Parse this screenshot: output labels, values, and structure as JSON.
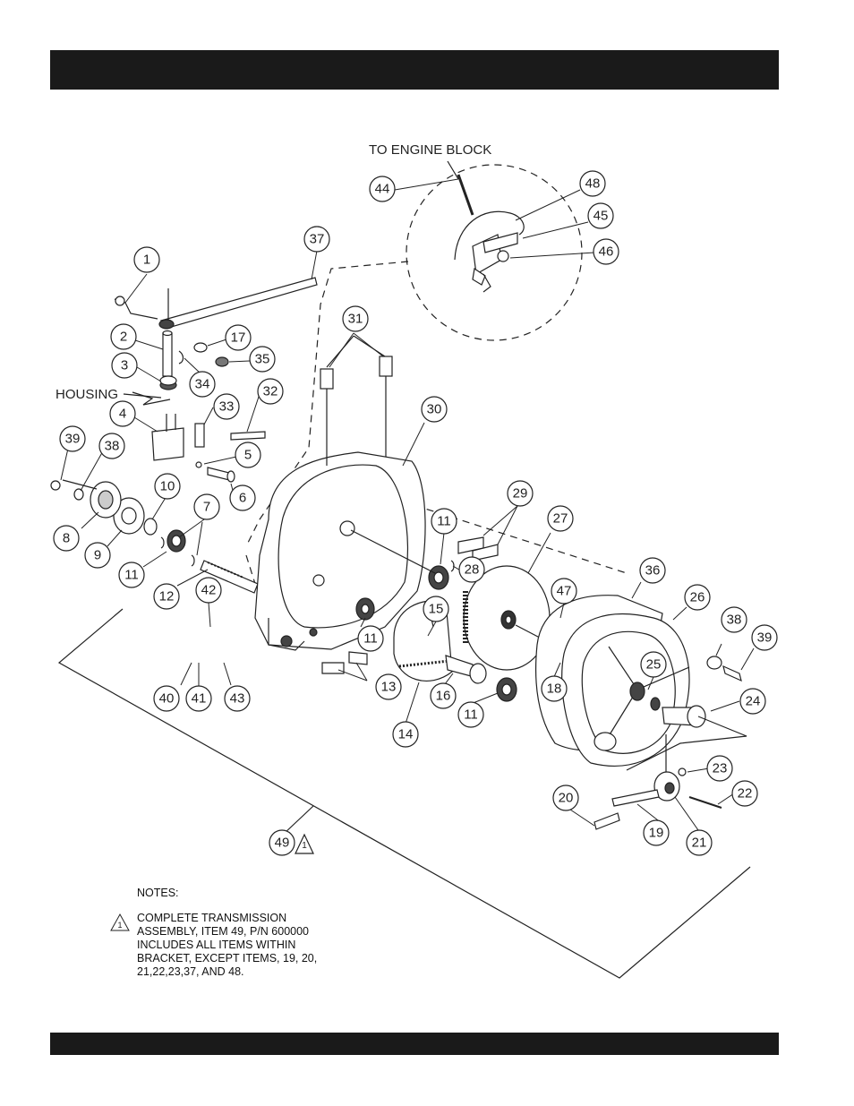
{
  "labels": {
    "engine_block": "TO ENGINE BLOCK",
    "housing": "HOUSING",
    "assembly_warning": "1"
  },
  "callouts": [
    "1",
    "2",
    "3",
    "4",
    "5",
    "6",
    "7",
    "8",
    "9",
    "10",
    "11",
    "12",
    "13",
    "14",
    "15",
    "16",
    "17",
    "18",
    "19",
    "20",
    "21",
    "22",
    "23",
    "24",
    "25",
    "26",
    "27",
    "28",
    "29",
    "30",
    "31",
    "32",
    "33",
    "34",
    "35",
    "36",
    "37",
    "38",
    "39",
    "40",
    "41",
    "42",
    "43",
    "44",
    "45",
    "46",
    "47",
    "48",
    "49"
  ],
  "notes": {
    "title": "NOTES:",
    "warning_number": "1",
    "text": "COMPLETE TRANSMISSION\nASSEMBLY, ITEM 49, P/N 600000\nINCLUDES ALL ITEMS WITHIN\nBRACKET, EXCEPT ITEMS, 19, 20,\n21,22,23,37, AND 48."
  },
  "colors": {
    "band": "#1a1a1a",
    "line": "#222222",
    "paper": "#ffffff"
  }
}
